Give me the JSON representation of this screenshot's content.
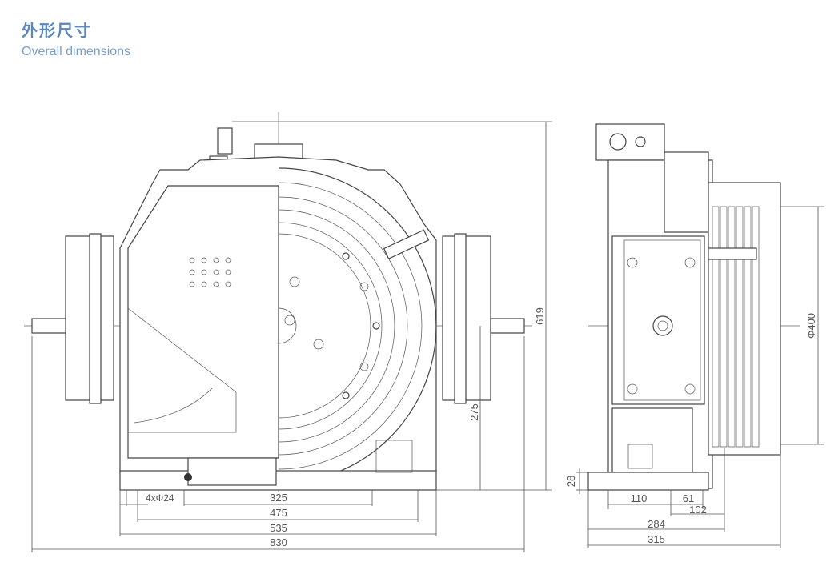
{
  "header": {
    "title_cn": "外形尺寸",
    "title_en": "Overall dimensions"
  },
  "front_view": {
    "dimensions": {
      "height": "619",
      "shaft_height": "275",
      "holes": "4xΦ24",
      "hole_spacing_inner": "325",
      "hole_spacing_outer": "475",
      "base_width": "535",
      "overall_width": "830"
    }
  },
  "side_view": {
    "dimensions": {
      "base_thickness": "28",
      "d110": "110",
      "d61": "61",
      "d102": "102",
      "d284": "284",
      "d315": "315",
      "sheave_diameter": "Φ400"
    }
  },
  "colors": {
    "title": "#5b87c0",
    "line": "#444444"
  }
}
